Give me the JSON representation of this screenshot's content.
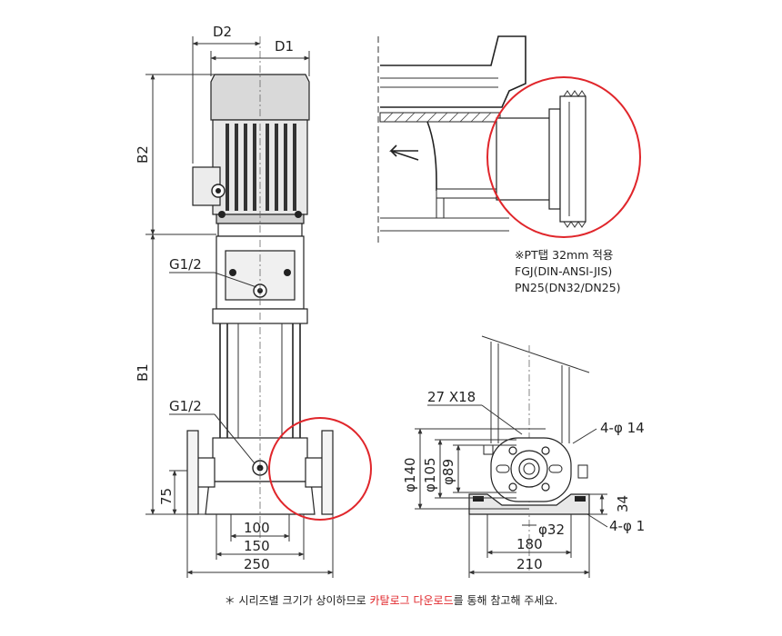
{
  "labels": {
    "d2": "D2",
    "d1": "D1",
    "b2": "B2",
    "b1": "B1",
    "g12_top": "G1/2",
    "g12_bottom": "G1/2",
    "d75": "75",
    "d100": "100",
    "d150": "150",
    "d250": "250",
    "d27x18": "27 X18",
    "hole14": "4-φ 14",
    "phi140": "φ140",
    "phi105": "φ105",
    "phi89": "φ89",
    "d34": "34",
    "phi32": "φ32",
    "hole1": "4-φ 1",
    "d180": "180",
    "d210": "210"
  },
  "note": {
    "line1": "※PT탭 32mm 적용",
    "line2": "FGJ(DIN-ANSI-JIS)",
    "line3": "PN25(DN32/DN25)"
  },
  "footer": {
    "prefix": "＊ 시리즈별 크기가 상이하므로 ",
    "link": "카탈로그 다운로드",
    "suffix": "를 통해 참고해 주세요."
  },
  "colors": {
    "highlight": "#e0262b",
    "ink": "#222222"
  }
}
